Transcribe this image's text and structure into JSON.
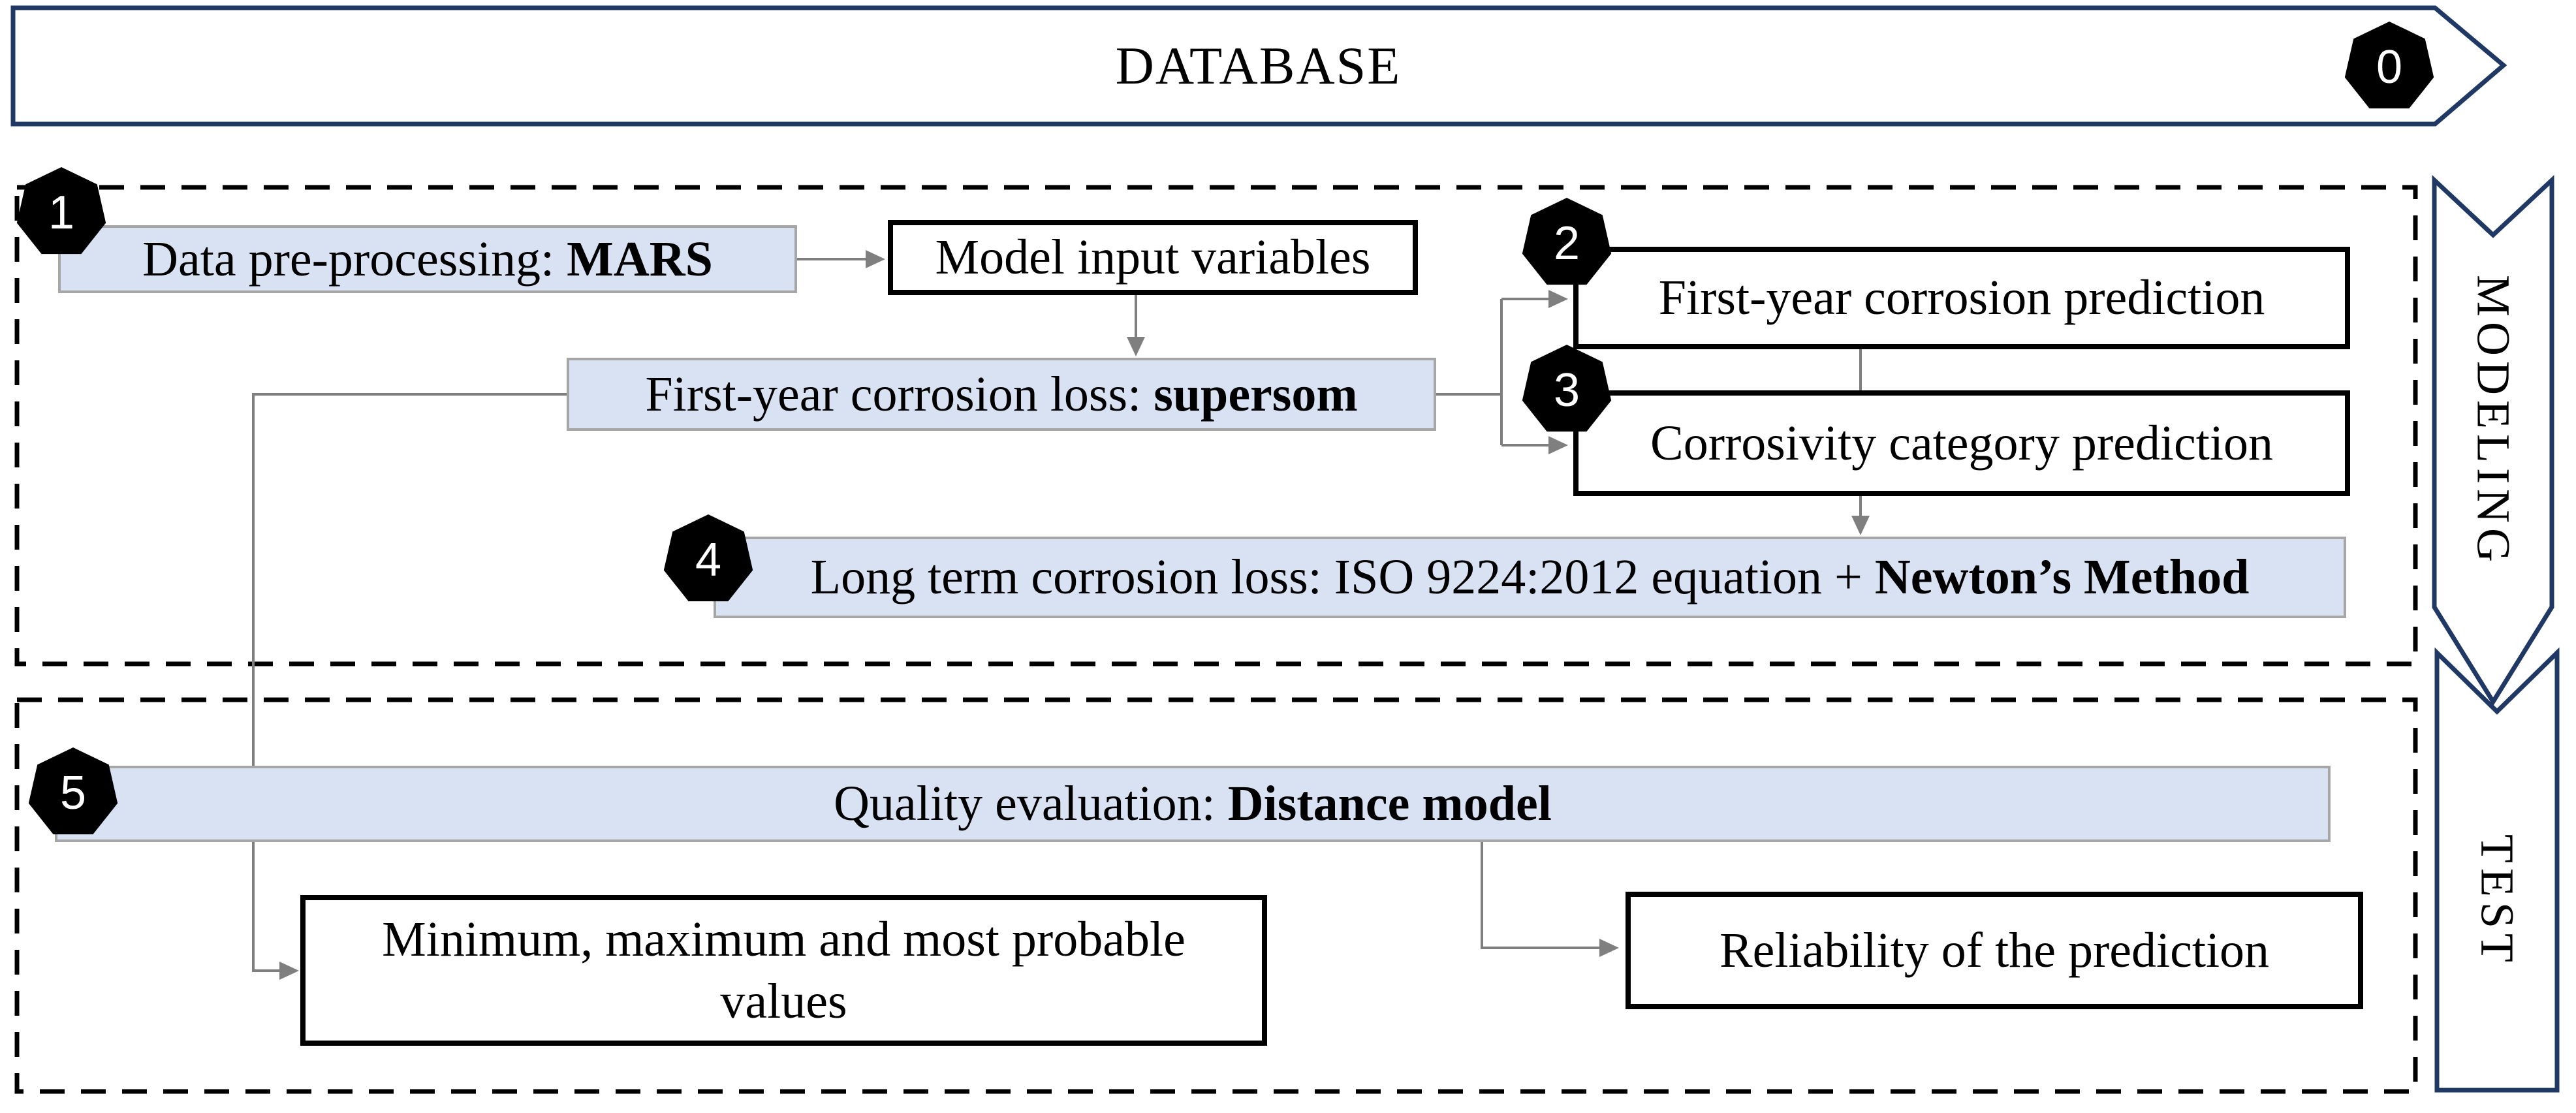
{
  "banner": {
    "label": "DATABASE",
    "badge": "0"
  },
  "side_labels": {
    "modeling": "MODELING",
    "test": "TEST"
  },
  "boxes": {
    "preprocessing": {
      "badge": "1",
      "prefix": "Data pre-processing: ",
      "bold": "MARS"
    },
    "model_input": {
      "label": "Model input variables"
    },
    "first_year_loss": {
      "prefix": "First-year corrosion loss: ",
      "bold": "supersom"
    },
    "first_year_prediction": {
      "badge": "2",
      "label": "First-year corrosion prediction"
    },
    "corrosivity_category": {
      "badge": "3",
      "label": "Corrosivity category prediction"
    },
    "long_term": {
      "badge": "4",
      "prefix": "Long term corrosion loss: ISO 9224:2012 equation + ",
      "bold": "Newton’s Method"
    },
    "quality_evaluation": {
      "badge": "5",
      "prefix": "Quality evaluation: ",
      "bold": "Distance model"
    },
    "min_max": {
      "line1": "Minimum, maximum and most probable",
      "line2": "values"
    },
    "reliability": {
      "label": "Reliability of the prediction"
    }
  },
  "colors": {
    "navy_border": "#1f3864",
    "process_box_fill": "#d9e2f3",
    "process_box_border": "#a6a6a6",
    "connector_gray": "#7f7f7f",
    "outline_black": "#000000",
    "badge_fill": "#000000",
    "badge_text": "#ffffff"
  }
}
